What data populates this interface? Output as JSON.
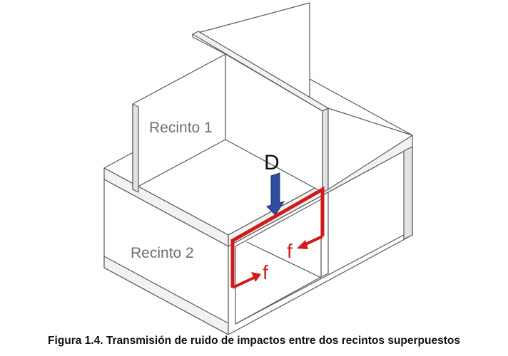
{
  "diagram": {
    "room_upper_label": "Recinto 1",
    "room_lower_label": "Recinto 2",
    "load_label": "D",
    "force_label_right": "f",
    "force_label_left": "f"
  },
  "caption": "Figura 1.4. Transmisión de ruido de impactos entre dos recintos superpuestos",
  "colors": {
    "path_red": "#d11a1a",
    "load_blue": "#2f4f9e",
    "wall_edge": "#5a5a5a"
  }
}
